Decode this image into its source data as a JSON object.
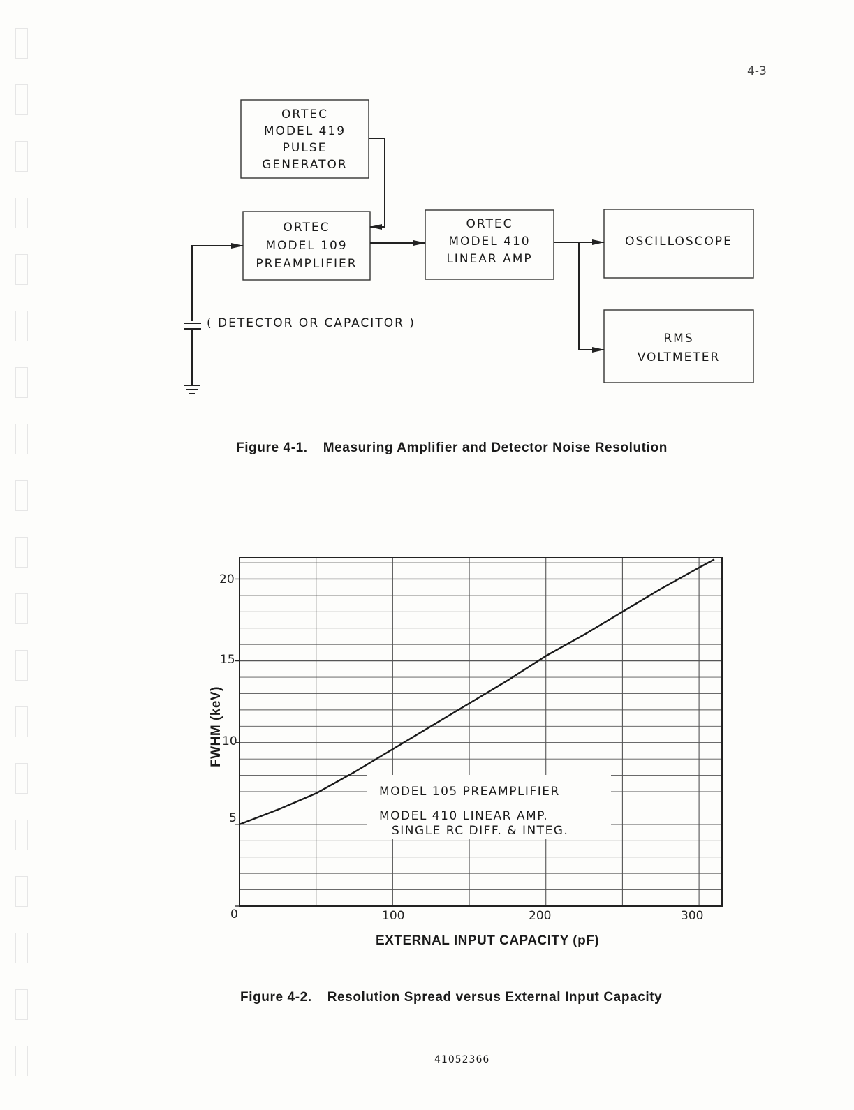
{
  "page": {
    "number": "4-3",
    "footer_code": "41052366"
  },
  "figure1": {
    "caption_number": "Figure 4-1.",
    "caption_text": "Measuring Amplifier and Detector Noise Resolution",
    "boxes": {
      "pulse_generator": [
        "ORTEC",
        "MODEL 419",
        "PULSE",
        "GENERATOR"
      ],
      "preamplifier": [
        "ORTEC",
        "MODEL 109",
        "PREAMPLIFIER"
      ],
      "linear_amp": [
        "ORTEC",
        "MODEL 410",
        "LINEAR  AMP"
      ],
      "oscilloscope": [
        "OSCILLOSCOPE"
      ],
      "rms_voltmeter": [
        "RMS",
        "VOLTMETER"
      ]
    },
    "detector_label": "( DETECTOR   OR   CAPACITOR )"
  },
  "figure2": {
    "caption_number": "Figure 4-2.",
    "caption_text": "Resolution Spread versus External Input Capacity",
    "legend": [
      "MODEL 105  PREAMPLIFIER",
      "MODEL 410   LINEAR  AMP.",
      "SINGLE  RC  DIFF. & INTEG."
    ],
    "origin_label": "0",
    "x_tick_labels": [
      "100",
      "200",
      "300"
    ],
    "y_tick_labels": [
      "5",
      "10",
      "15",
      "20"
    ]
  },
  "chart_data": {
    "type": "line",
    "title": "",
    "xlabel": "EXTERNAL INPUT CAPACITY (pF)",
    "ylabel": "FWHM (keV)",
    "xlim": [
      0,
      315
    ],
    "ylim": [
      0,
      21.3
    ],
    "x_ticks": [
      0,
      100,
      200,
      300
    ],
    "y_ticks": [
      0,
      5,
      10,
      15,
      20
    ],
    "grid": true,
    "legend_placement": "center-right",
    "series": [
      {
        "name": "",
        "x": [
          0,
          25,
          50,
          75,
          100,
          125,
          150,
          175,
          200,
          225,
          250,
          275,
          300,
          310
        ],
        "y": [
          5.0,
          5.9,
          6.9,
          8.2,
          9.6,
          11.0,
          12.4,
          13.8,
          15.3,
          16.6,
          18.0,
          19.4,
          20.7,
          21.2
        ]
      }
    ]
  }
}
